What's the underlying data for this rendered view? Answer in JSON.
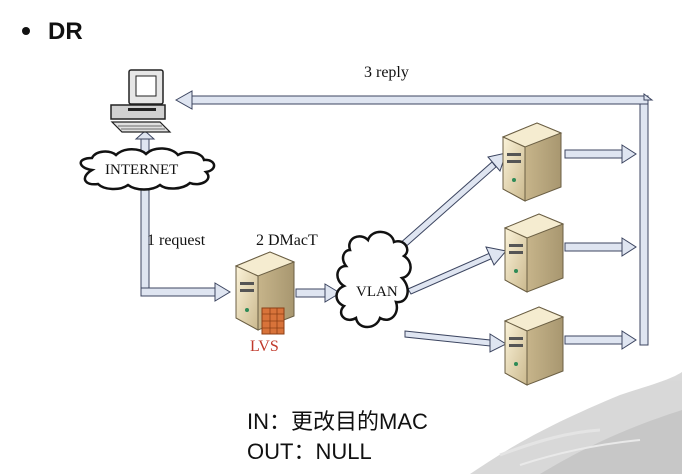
{
  "title": "DR",
  "labels": {
    "internet": "INTERNET",
    "vlan": "VLAN",
    "lvs": "LVS",
    "reply": "3 reply",
    "request": "1 request",
    "dmact": "2 DMacT"
  },
  "notes": {
    "in": "IN：更改目的MAC",
    "out": "OUT：NULL"
  },
  "colors": {
    "arrow": "#c9d3e6",
    "arrow_stroke": "#3c4560",
    "lvs": "#c0392b"
  }
}
